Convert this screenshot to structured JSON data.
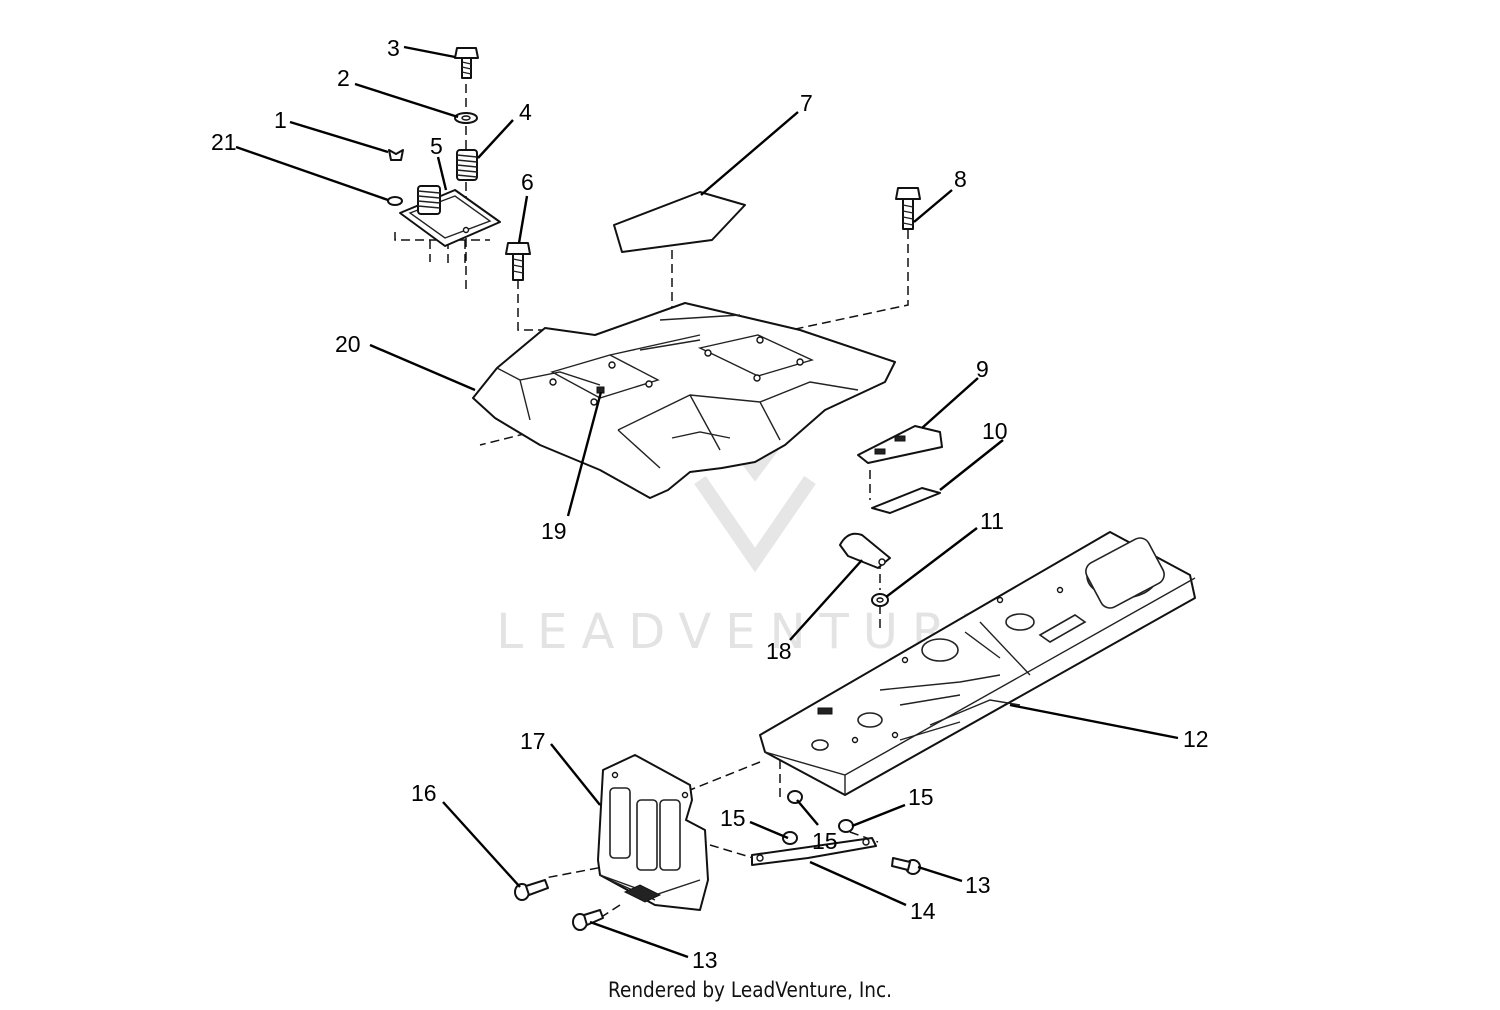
{
  "watermark": "LEADVENTURE",
  "footer": "Rendered by LeadVenture, Inc.",
  "callouts": {
    "c1": "1",
    "c2": "2",
    "c3": "3",
    "c4": "4",
    "c5": "5",
    "c6": "6",
    "c7": "7",
    "c8": "8",
    "c9": "9",
    "c10": "10",
    "c11": "11",
    "c12": "12",
    "c13a": "13",
    "c13b": "13",
    "c14": "14",
    "c15a": "15",
    "c15b": "15",
    "c15c": "15",
    "c16": "16",
    "c17": "17",
    "c18": "18",
    "c19": "19",
    "c20": "20",
    "c21": "21"
  }
}
